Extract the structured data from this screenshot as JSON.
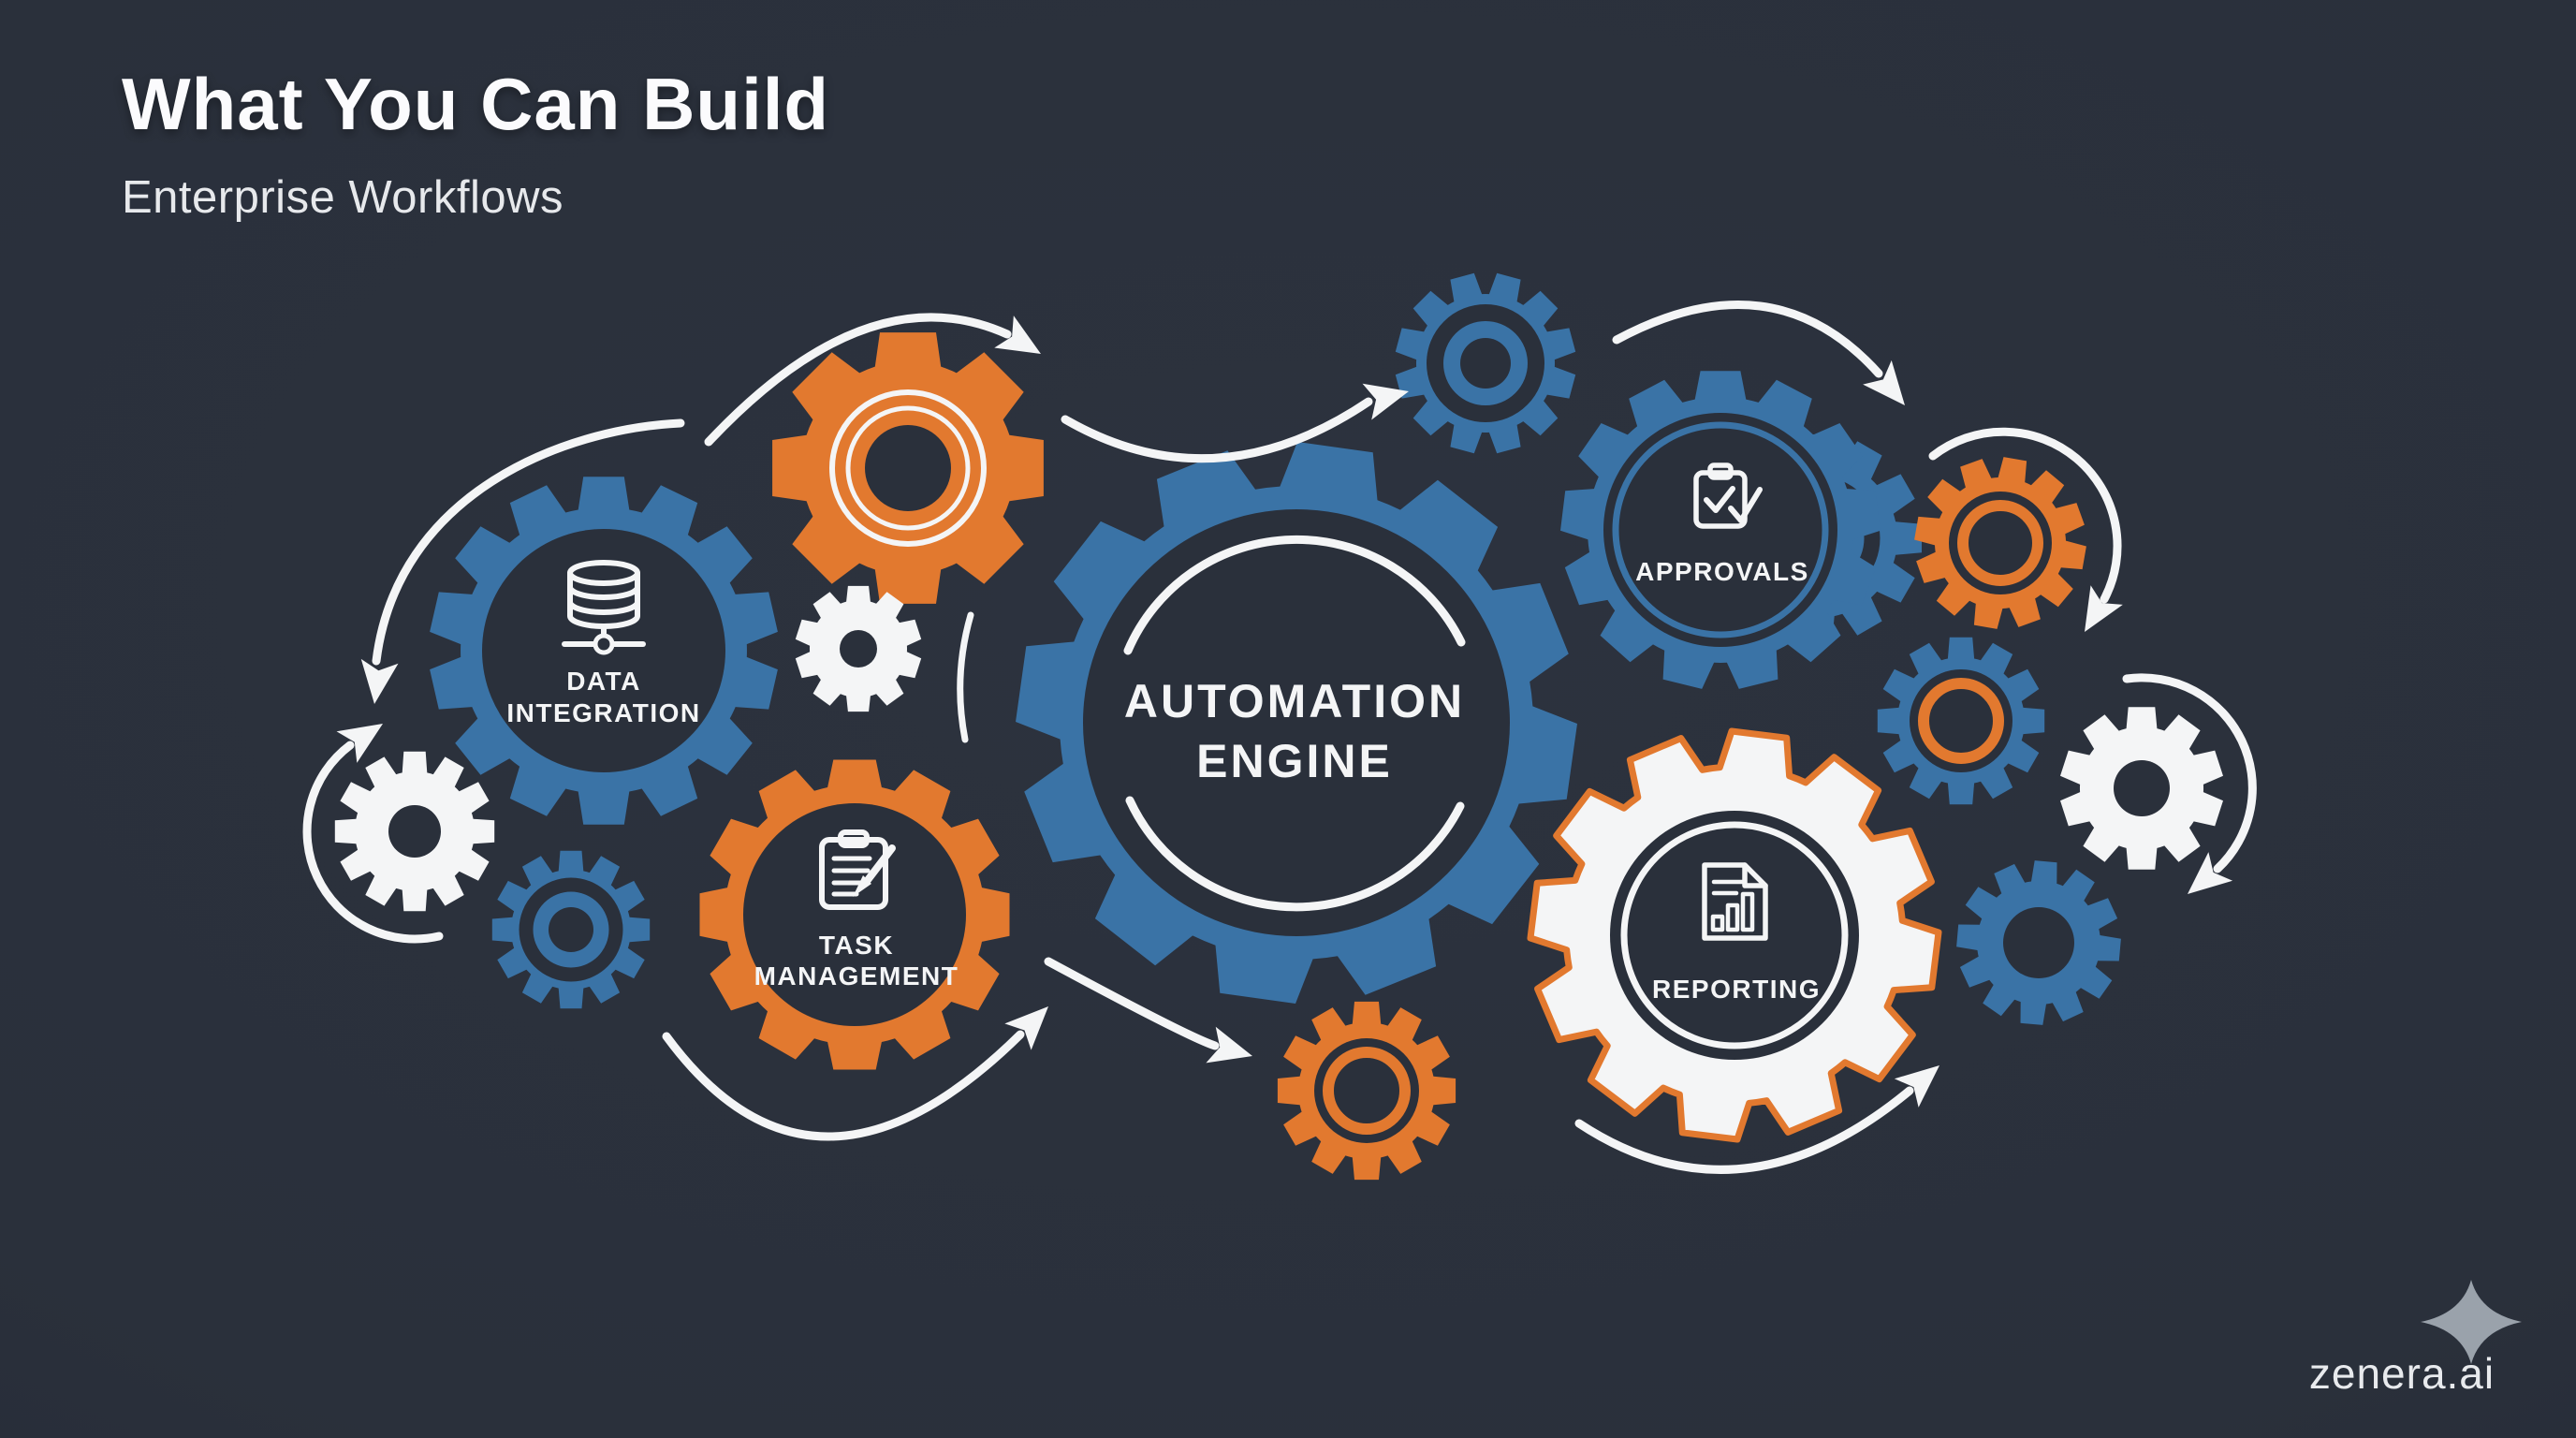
{
  "header": {
    "title": "What You Can Build",
    "subtitle": "Enterprise Workflows"
  },
  "palette": {
    "background": "#2a303b",
    "blue": "#3a73a6",
    "orange": "#e2792f",
    "white": "#f4f5f6",
    "arrow_white": "#f4f5f6",
    "logo_star_gray": "#9aa2ab",
    "logo_text": "#e8eaed"
  },
  "diagram": {
    "center": {
      "label_line1": "AUTOMATION",
      "label_line2": "ENGINE"
    },
    "nodes": [
      {
        "id": "data-integration",
        "label_line1": "DATA",
        "label_line2": "INTEGRATION",
        "icon": "database-icon",
        "color_key": "blue"
      },
      {
        "id": "task-management",
        "label_line1": "TASK",
        "label_line2": "MANAGEMENT",
        "icon": "clipboard-pencil-icon",
        "color_key": "orange"
      },
      {
        "id": "approvals",
        "label_line1": "APPROVALS",
        "label_line2": "",
        "icon": "clipboard-check-icon",
        "color_key": "blue"
      },
      {
        "id": "reporting",
        "label_line1": "REPORTING",
        "label_line2": "",
        "icon": "document-chart-icon",
        "color_key": "white"
      }
    ]
  },
  "footer": {
    "brand": "zenera.ai",
    "brand_icon": "four-point-star-icon"
  }
}
